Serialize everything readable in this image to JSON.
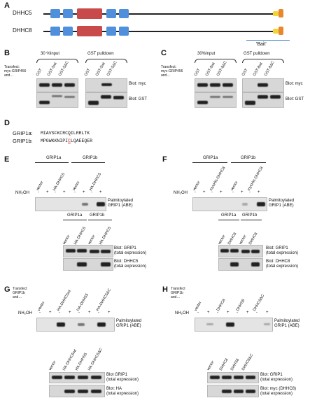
{
  "panel_A": {
    "letter": "A",
    "proteins": [
      "DHHC5",
      "DHHC8"
    ],
    "bait_label": "'Bait'"
  },
  "panel_B": {
    "letter": "B",
    "transfect": "Transfect:\nmyc-GRIP456\nand…",
    "group_left": "30 %Input",
    "group_right": "GST pulldown",
    "lanes": [
      "GST",
      "GST-5wt",
      "GST-5ΔC"
    ],
    "blot_top": "Blot: myc",
    "blot_bottom": "Blot: GST"
  },
  "panel_C": {
    "letter": "C",
    "transfect": "Transfect:\nmyc-GRIP456\nand…",
    "group_left": "30%Input",
    "group_right": "GST pulldown",
    "lanes": [
      "GST",
      "GST-8wt",
      "GST-8ΔC"
    ],
    "blot_top": "Blot: myc",
    "blot_bottom": "Blot: GST"
  },
  "panel_D": {
    "letter": "D",
    "label_a": "GRIP1a:",
    "seq_a": "MIAVSFKCRCQILRRLTK",
    "label_b": "GRIP1b:",
    "seq_b_pre": "MPGWKKNIPI",
    "seq_b_mid": "C",
    "seq_b_post": "LQAEEQER"
  },
  "panel_E": {
    "letter": "E",
    "groups": [
      "GRIP1a",
      "GRIP1b"
    ],
    "lanes": [
      "vector",
      "HA-DHHC5",
      "vector",
      "HA-DHHC5"
    ],
    "nh2oh": "NH₂OH",
    "signs": [
      "-",
      "+",
      "-",
      "+",
      "-",
      "+",
      "-",
      "+"
    ],
    "palm_label": "Palmitoylated\nGRIP1 (ABE)",
    "groups2": [
      "GRIP1a",
      "GRIP1b"
    ],
    "lanes2": [
      "vector",
      "HA-DHHC5",
      "vector",
      "HA-DHHC5"
    ],
    "blot1": "Blot: GRIP1\n(total expression)",
    "blot2": "Blot: DHHC5\n(total expression)"
  },
  "panel_F": {
    "letter": "F",
    "groups": [
      "GRIP1a",
      "GRIP1b"
    ],
    "lanes": [
      "vector",
      "mycHis-DHHC8",
      "vector",
      "mycHis-DHHC8"
    ],
    "nh2oh": "NH₂OH",
    "signs": [
      "-",
      "+",
      "-",
      "+",
      "-",
      "+",
      "-",
      "+"
    ],
    "palm_label": "Palmitoylated\nGRIP1 (ABE)",
    "groups2": [
      "GRIP1a",
      "GRIP1b"
    ],
    "lanes2": [
      "vector",
      "DHHC8",
      "vector",
      "DHHC8"
    ],
    "blot1": "Blot: GRIP1\n(total expression)",
    "blot2": "Blot: DHHC8\n(total expression)"
  },
  "panel_G": {
    "letter": "G",
    "transfect": "Transfect\nGRIP1b\nand…",
    "lanes": [
      "vector",
      "HA-DHHC5wt",
      "HA-DHHS5",
      "HA-DHHC5ΔC"
    ],
    "nh2oh": "NH₂OH",
    "signs": [
      "-",
      "+",
      "-",
      "+",
      "-",
      "+",
      "-",
      "+"
    ],
    "palm_label": "Palmitoylated\nGRIP1 (ABE)",
    "lanes2": [
      "vector",
      "HA-DHHC5wt",
      "HA-DHHS5",
      "HA-DHHC5ΔC"
    ],
    "blot1": "Blot GRIP1\n(total expression)",
    "blot2": "Blot: HA\n(total expression)"
  },
  "panel_H": {
    "letter": "H",
    "transfect": "Transfect\nGRIP1b\nand…",
    "lanes": [
      "vector",
      "DHHC8",
      "DHHS8",
      "DHHC8ΔC"
    ],
    "nh2oh": "NH₂OH",
    "signs": [
      "-",
      "+",
      "-",
      "+",
      "-",
      "+",
      "-",
      "+"
    ],
    "palm_label": "Palmitoylated\nGRIP1 (ABE)",
    "lanes2": [
      "vector",
      "DHHC8",
      "DHHS8",
      "DHHC8ΔC"
    ],
    "blot1": "Blot: GRIP1\n(total expression)",
    "blot2": "Blot: myc (DHHC8)\n(total expression)"
  },
  "colors": {
    "tm_domain": "#4f8fdc",
    "dhhc_domain": "#c94a4a",
    "yellow_tail": "#f2d43a",
    "orange_tail": "#e8872b",
    "bait_line": "#3a7fc2",
    "mutation_red": "#d22222"
  }
}
